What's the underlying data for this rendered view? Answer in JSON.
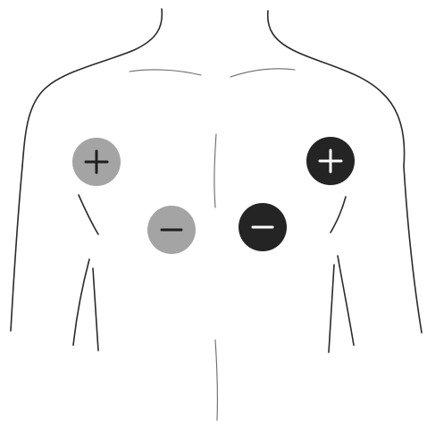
{
  "electrodes": [
    {
      "id": "left-upper",
      "sign": "positive",
      "color": "#a4a4a4",
      "symbol_color": "#1f1f1f"
    },
    {
      "id": "left-lower",
      "sign": "negative",
      "color": "#a4a4a4",
      "symbol_color": "#1f1f1f"
    },
    {
      "id": "right-lower",
      "sign": "negative",
      "color": "#242424",
      "symbol_color": "#ffffff"
    },
    {
      "id": "right-upper",
      "sign": "positive",
      "color": "#242424",
      "symbol_color": "#ffffff"
    }
  ],
  "outline_color": "#2a2a2a"
}
